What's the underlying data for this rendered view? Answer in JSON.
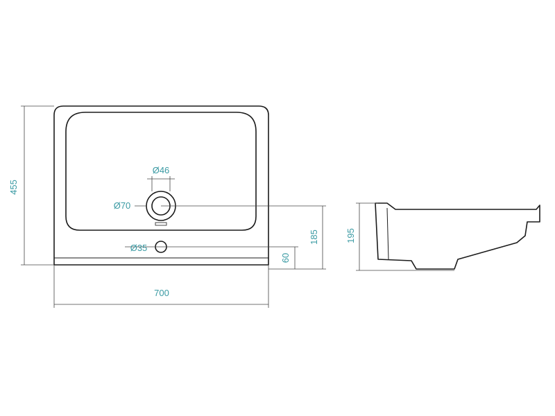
{
  "colors": {
    "dimension_text": "#3a9aa3",
    "outline": "#1a1a1a",
    "background": "#ffffff"
  },
  "dimensions": {
    "height_455": "455",
    "width_700": "700",
    "drain_diameter_46": "Ø46",
    "drain_diameter_70": "Ø70",
    "overflow_diameter_35": "Ø35",
    "drain_height_185": "185",
    "overflow_height_60": "60",
    "side_height_195": "195"
  }
}
